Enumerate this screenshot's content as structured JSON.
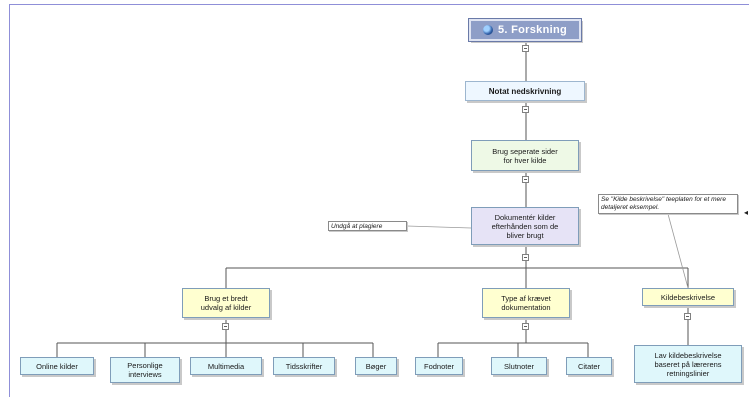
{
  "root": {
    "title": "5. Forskning",
    "icon": "globe-icon"
  },
  "nodes": {
    "notat": "Notat nedskrivning",
    "brug_seperate": [
      "Brug seperate sider",
      "for hver kilde"
    ],
    "dokumenter": [
      "Dokumentér kilder",
      "efterhånden som de",
      "bliver brugt"
    ],
    "brug_bredt": [
      "Brug et bredt",
      "udvalg af kilder"
    ],
    "type_krav": [
      "Type af krævet",
      "dokumentation"
    ],
    "kildebeskrivelse": "Kildebeskrivelse",
    "online": "Online kilder",
    "personlige": [
      "Personlige",
      "interviews"
    ],
    "multimedia": "Multimedia",
    "tidsskrifter": "Tidsskrifter",
    "boger": "Bøger",
    "fodnoter": "Fodnoter",
    "slutnoter": "Slutnoter",
    "citater": "Citater",
    "lav_kilde": [
      "Lav kildebeskrivelse",
      "baseret på lærerens",
      "retningslinier"
    ]
  },
  "notes": {
    "undga": "Undgå at plagiere",
    "se_kilde": [
      "Se \"Kilde beskrivelse\" teeplaten",
      "for et mere detaljeret eksempel."
    ]
  },
  "colors": {
    "root": "#8e9ec7",
    "blue": "#eef7ff",
    "green": "#eef9e6",
    "lavender": "#e6e3f6",
    "yellow": "#ffffd0",
    "cyan": "#dff7fb"
  }
}
